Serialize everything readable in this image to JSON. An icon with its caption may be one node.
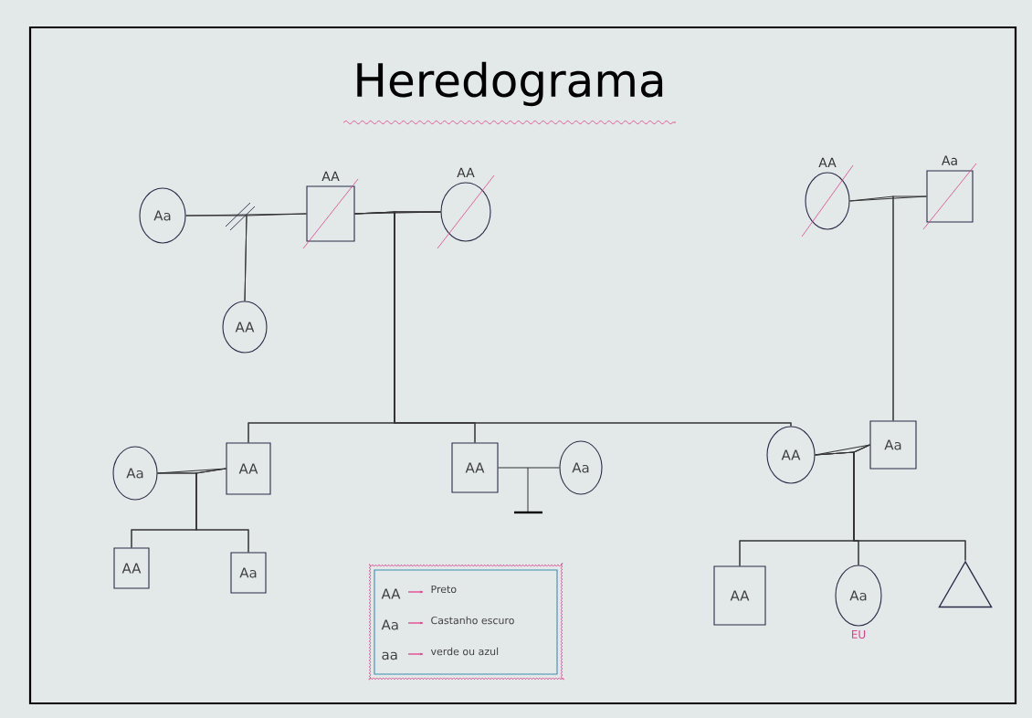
{
  "diagram": {
    "title": "Heredograma",
    "nodes": [
      {
        "text": [
          "Aa"
        ]
      },
      {
        "text": [
          "AA"
        ]
      },
      {
        "text": [
          "AA"
        ]
      },
      {
        "text": [
          "AA"
        ]
      },
      {
        "text": [
          "AA"
        ]
      },
      {
        "text": [
          "Aa"
        ]
      },
      {
        "text": [
          "Aa"
        ]
      },
      {
        "text": [
          "AA"
        ]
      },
      {
        "text": [
          "AA"
        ]
      },
      {
        "text": [
          "Aa"
        ]
      },
      {
        "text": [
          "AA"
        ]
      },
      {
        "text": [
          "Aa"
        ]
      },
      {
        "text": [
          "AA"
        ]
      },
      {
        "text": [
          "Aa"
        ]
      },
      {
        "text": [
          "AA"
        ]
      },
      {
        "text": [
          "Aa"
        ],
        "beside": [
          "EU"
        ]
      },
      {
        "text": [],
        "shape": "triangle"
      }
    ],
    "edges": [
      {
        "from": 0,
        "to": 1,
        "arrow": "none"
      },
      {
        "from": 0,
        "to": 3,
        "arrow": "none"
      },
      {
        "from": 1,
        "to": 3,
        "arrow": "none"
      },
      {
        "from": 1,
        "to": 2,
        "arrow": "none"
      },
      {
        "from": 1,
        "to": 7,
        "arrow": "none"
      },
      {
        "from": 1,
        "to": 8,
        "arrow": "none"
      },
      {
        "from": 1,
        "to": 10,
        "arrow": "none"
      },
      {
        "from": 2,
        "to": 7,
        "arrow": "none"
      },
      {
        "from": 2,
        "to": 8,
        "arrow": "none"
      },
      {
        "from": 2,
        "to": 10,
        "arrow": "none"
      },
      {
        "from": 4,
        "to": 5,
        "arrow": "none"
      },
      {
        "from": 4,
        "to": 11,
        "arrow": "none"
      },
      {
        "from": 5,
        "to": 11,
        "arrow": "none"
      },
      {
        "from": 6,
        "to": 7,
        "arrow": "none"
      },
      {
        "from": 6,
        "to": 12,
        "arrow": "none"
      },
      {
        "from": 6,
        "to": 13,
        "arrow": "none"
      },
      {
        "from": 7,
        "to": 12,
        "arrow": "none"
      },
      {
        "from": 7,
        "to": 13,
        "arrow": "none"
      },
      {
        "from": 8,
        "to": 9,
        "arrow": "none"
      },
      {
        "from": 10,
        "to": 11,
        "arrow": "none"
      },
      {
        "from": 10,
        "to": 14,
        "arrow": "none"
      },
      {
        "from": 10,
        "to": 15,
        "arrow": "none"
      },
      {
        "from": 10,
        "to": 16,
        "arrow": "none"
      },
      {
        "from": 11,
        "to": 14,
        "arrow": "none"
      },
      {
        "from": 11,
        "to": 15,
        "arrow": "none"
      },
      {
        "from": 11,
        "to": 16,
        "arrow": "none"
      }
    ],
    "labels": [
      "AA",
      "Preto",
      "Aa",
      "Castanho escuro",
      "aa",
      "verde ou azul"
    ]
  }
}
